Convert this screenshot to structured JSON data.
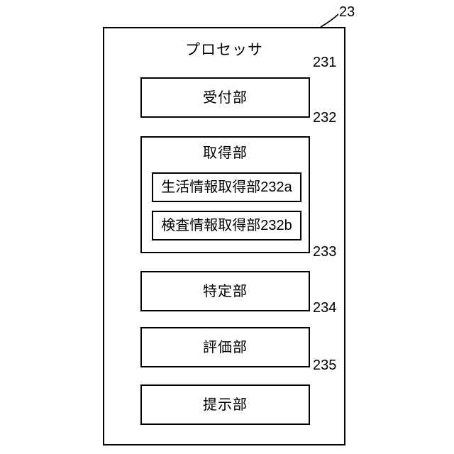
{
  "figure": {
    "title": "プロセッサ",
    "container_ref": "23",
    "units": [
      {
        "id": "reception",
        "label": "受付部",
        "ref": "231"
      },
      {
        "id": "acquisition",
        "label": "取得部",
        "ref": "232",
        "sub_units": [
          {
            "id": "life-info-acquisition",
            "label": "生活情報取得部232a",
            "ref": "232a"
          },
          {
            "id": "exam-info-acquisition",
            "label": "検査情報取得部232b",
            "ref": "232b"
          }
        ]
      },
      {
        "id": "identify",
        "label": "特定部",
        "ref": "233"
      },
      {
        "id": "evaluate",
        "label": "評価部",
        "ref": "234"
      },
      {
        "id": "present",
        "label": "提示部",
        "ref": "235"
      }
    ],
    "colors": {
      "background": "#ffffff",
      "line": "#000000",
      "text": "#000000"
    }
  }
}
